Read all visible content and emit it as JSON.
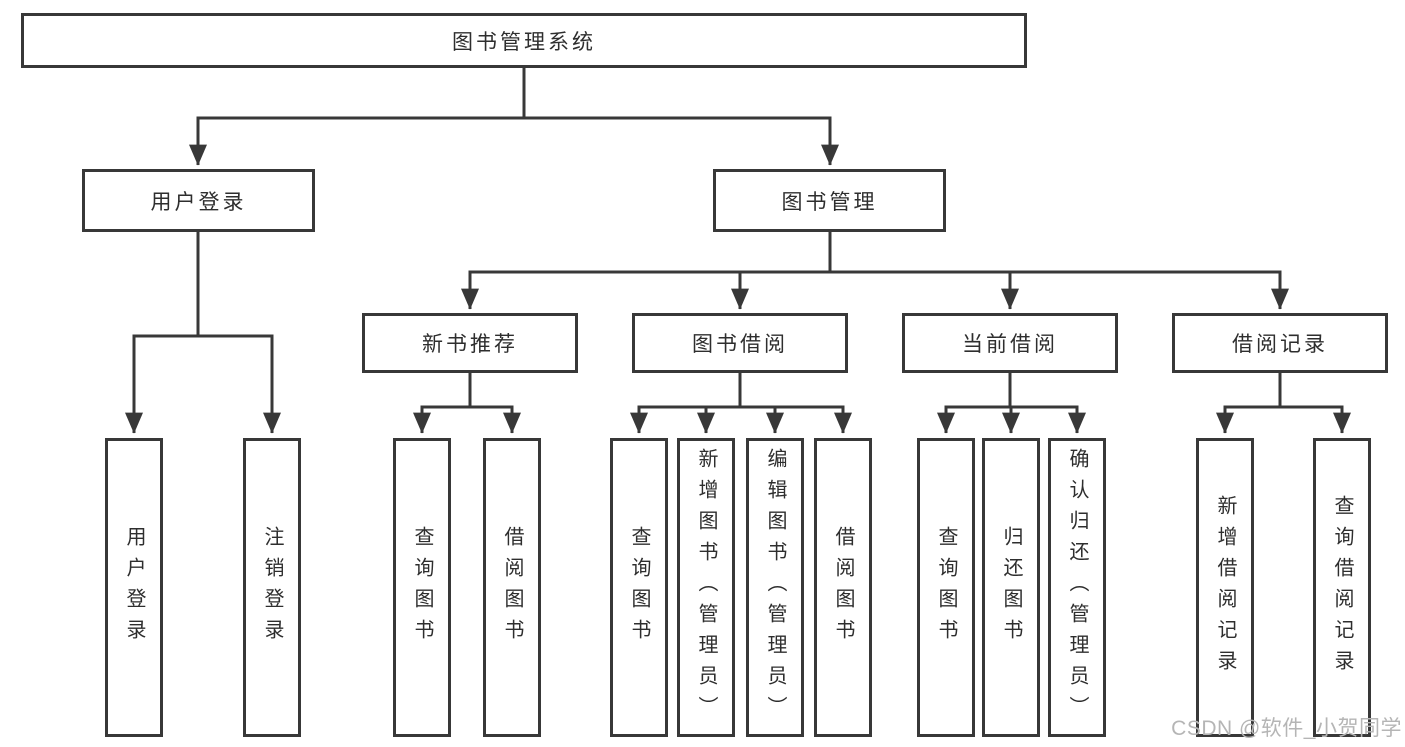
{
  "diagram": {
    "root": {
      "label": "图书管理系统"
    },
    "branches": [
      {
        "label": "用户登录",
        "children": [
          {
            "label": "用户登录"
          },
          {
            "label": "注销登录"
          }
        ]
      },
      {
        "label": "图书管理",
        "children": [
          {
            "label": "新书推荐",
            "children": [
              {
                "label": "查询图书"
              },
              {
                "label": "借阅图书"
              }
            ]
          },
          {
            "label": "图书借阅",
            "children": [
              {
                "label": "查询图书"
              },
              {
                "label": "新增图书（管理员）"
              },
              {
                "label": "编辑图书（管理员）"
              },
              {
                "label": "借阅图书"
              }
            ]
          },
          {
            "label": "当前借阅",
            "children": [
              {
                "label": "查询图书"
              },
              {
                "label": "归还图书"
              },
              {
                "label": "确认归还（管理员）"
              }
            ]
          },
          {
            "label": "借阅记录",
            "children": [
              {
                "label": "新增借阅记录"
              },
              {
                "label": "查询借阅记录"
              }
            ]
          }
        ]
      }
    ]
  },
  "watermark": {
    "text": "CSDN @软件_小贺同学"
  },
  "colors": {
    "line": "#383838",
    "text": "#2e2e2e",
    "watermark": "#b5b5b5",
    "background": "#ffffff"
  }
}
